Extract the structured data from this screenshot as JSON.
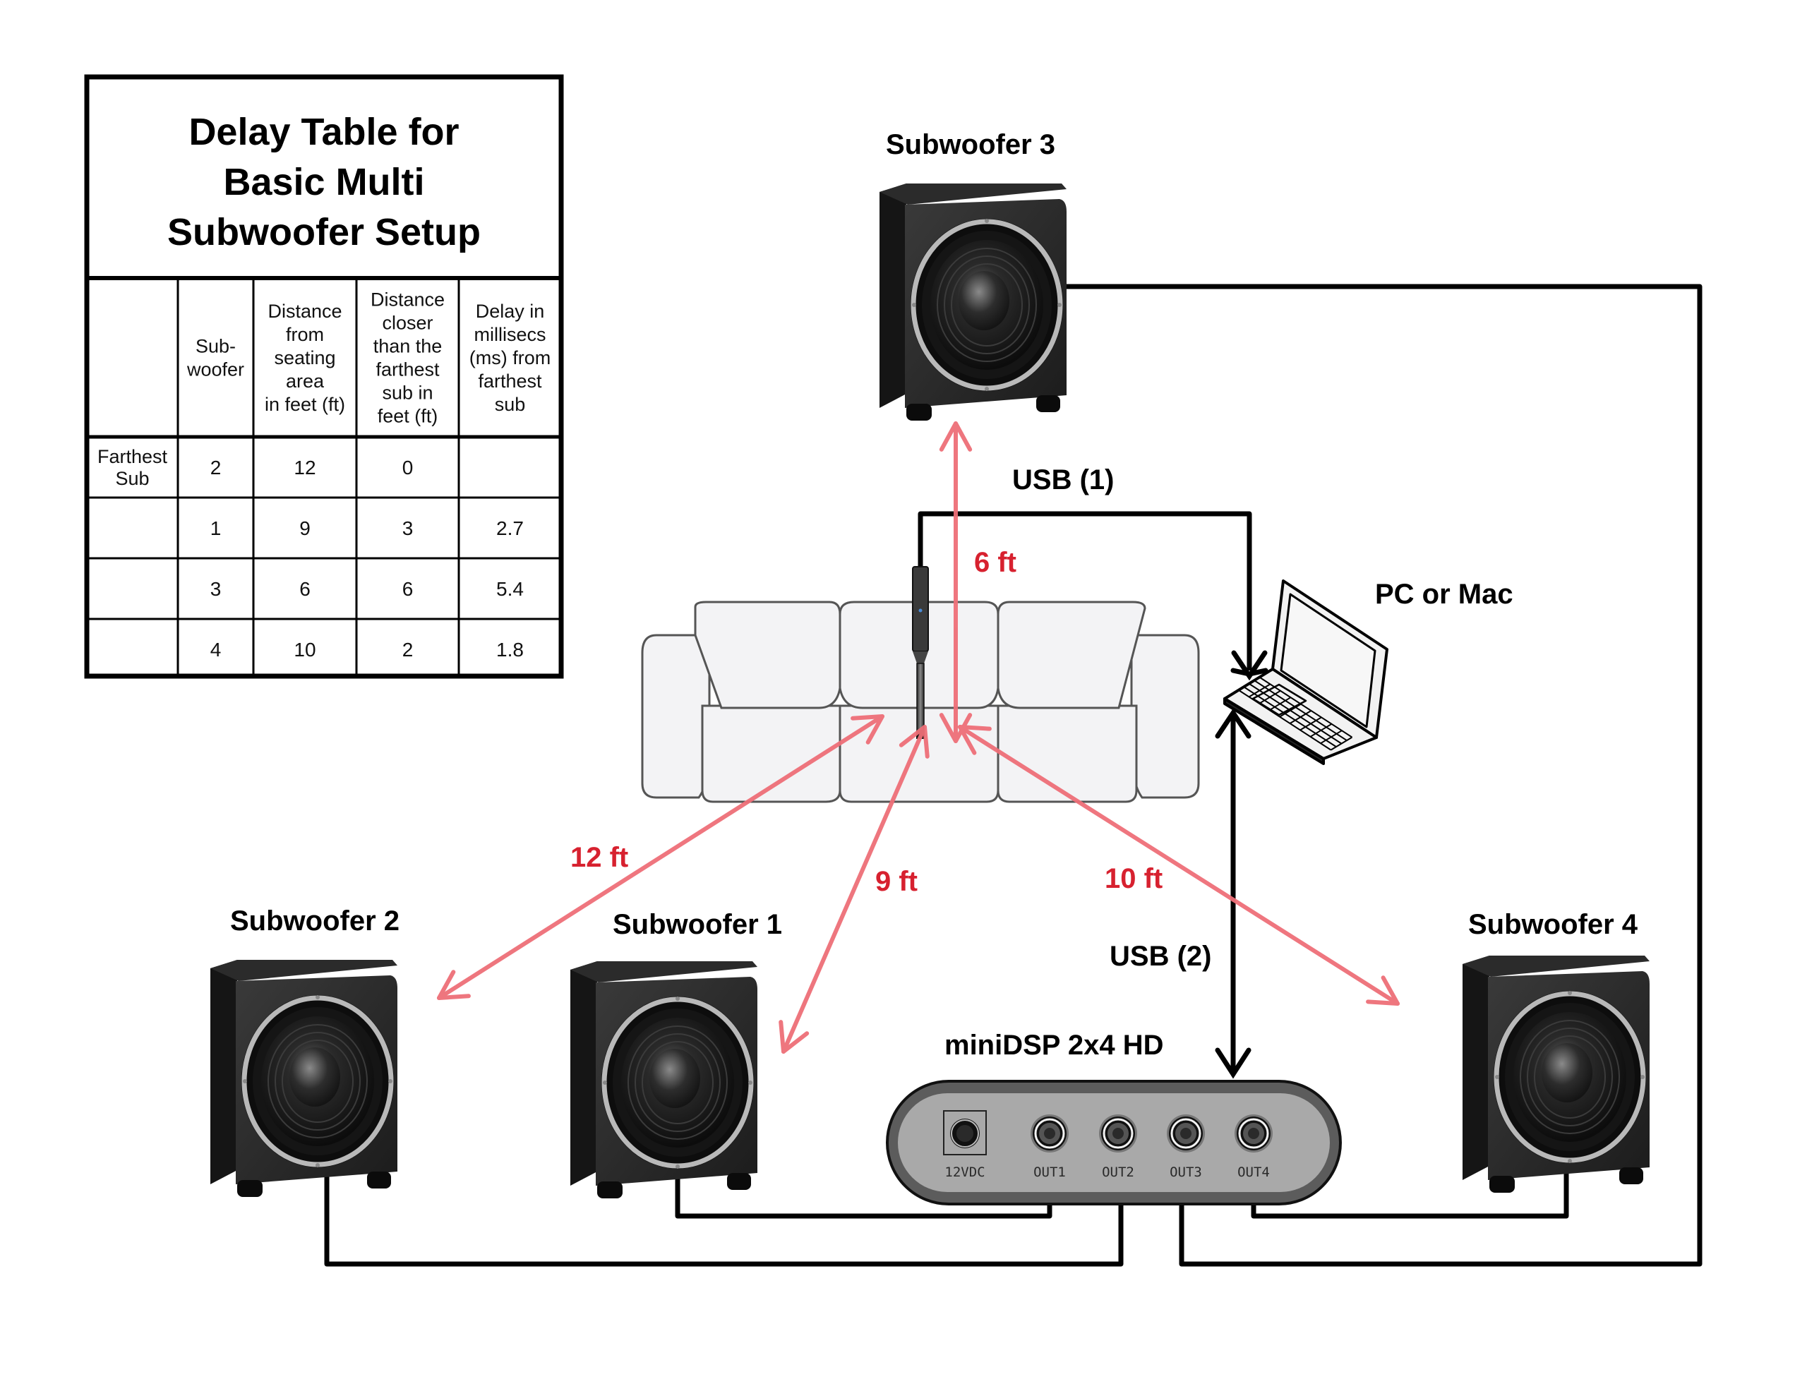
{
  "delay_table": {
    "title_lines": [
      "Delay Table for",
      "Basic Multi",
      "Subwoofer Setup"
    ],
    "headers": [
      [],
      [
        "Sub-",
        "woofer"
      ],
      [
        "Distance",
        "from",
        "seating",
        "area",
        "in feet (ft)"
      ],
      [
        "Distance",
        "closer",
        "than the",
        "farthest",
        "sub in",
        "feet (ft)"
      ],
      [
        "Delay in",
        "millisecs",
        "(ms) from",
        "farthest",
        "sub"
      ]
    ],
    "rows": [
      {
        "note": [
          "Farthest",
          "Sub"
        ],
        "subwoofer": "2",
        "distance_ft": "12",
        "closer_ft": "0",
        "delay_ms": ""
      },
      {
        "note": [],
        "subwoofer": "1",
        "distance_ft": "9",
        "closer_ft": "3",
        "delay_ms": "2.7"
      },
      {
        "note": [],
        "subwoofer": "3",
        "distance_ft": "6",
        "closer_ft": "6",
        "delay_ms": "5.4"
      },
      {
        "note": [],
        "subwoofer": "4",
        "distance_ft": "10",
        "closer_ft": "2",
        "delay_ms": "1.8"
      }
    ]
  },
  "speakers": {
    "sub1": "Subwoofer 1",
    "sub2": "Subwoofer 2",
    "sub3": "Subwoofer 3",
    "sub4": "Subwoofer 4"
  },
  "distances": {
    "sub1": "9 ft",
    "sub2": "12 ft",
    "sub3": "6 ft",
    "sub4": "10 ft"
  },
  "connections": {
    "usb1": "USB (1)",
    "usb2": "USB (2)"
  },
  "computer_label": "PC or Mac",
  "dsp": {
    "label": "miniDSP 2x4 HD",
    "ports": [
      "12VDC",
      "OUT1",
      "OUT2",
      "OUT3",
      "OUT4"
    ]
  },
  "colors": {
    "distance_arrow": "#ee6f78",
    "distance_text": "#d7212f",
    "wire": "#000000",
    "sofa_fill": "#f3f3f5"
  }
}
